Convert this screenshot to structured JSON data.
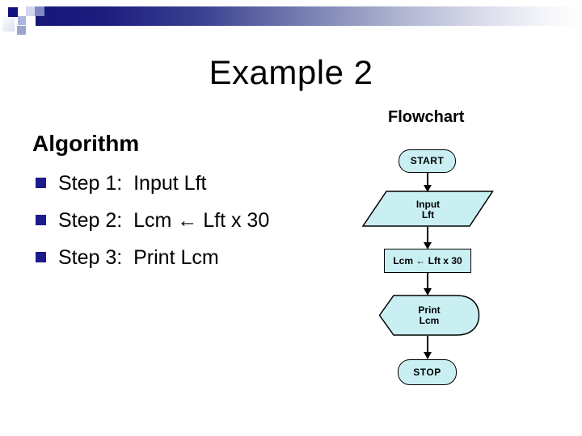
{
  "slide": {
    "title": "Example 2",
    "flowchart_label": "Flowchart",
    "algorithm": {
      "heading": "Algorithm",
      "steps": [
        "Step 1:  Input Lft",
        "Step 2:  Lcm ← Lft x 30",
        "Step 3:  Print Lcm"
      ]
    },
    "flowchart": {
      "nodes": [
        {
          "type": "terminator",
          "lines": [
            "START"
          ]
        },
        {
          "type": "input-output",
          "lines": [
            "Input",
            "Lft"
          ]
        },
        {
          "type": "process",
          "lines": [
            "Lcm ← Lft x 30"
          ]
        },
        {
          "type": "display",
          "lines": [
            "Print",
            "Lcm"
          ]
        },
        {
          "type": "terminator",
          "lines": [
            "STOP"
          ]
        }
      ]
    },
    "colors": {
      "shape_fill": "#C9EFF3",
      "shape_border": "#000000",
      "bullet": "#1B1B8E",
      "bar_dark": "#17177A",
      "bar_light": "#FFFFFF",
      "text": "#000000"
    }
  }
}
